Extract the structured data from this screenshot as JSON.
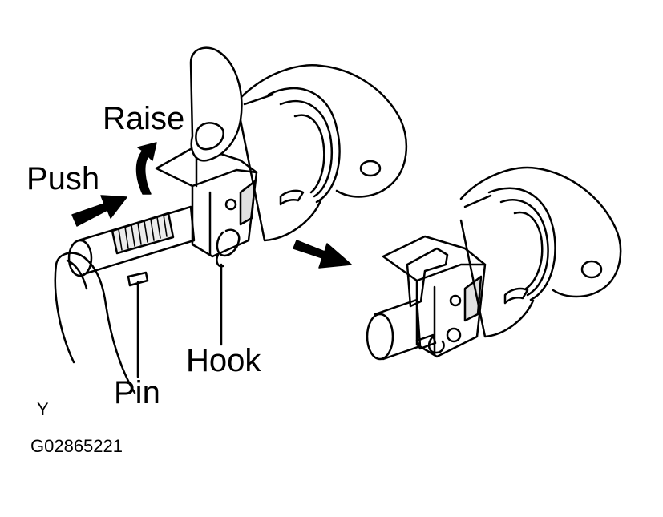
{
  "labels": {
    "raise": "Raise",
    "push": "Push",
    "hook": "Hook",
    "pin": "Pin",
    "corner_mark": "Y",
    "figure_code": "G02865221"
  },
  "colors": {
    "line": "#000000",
    "background": "#ffffff"
  }
}
